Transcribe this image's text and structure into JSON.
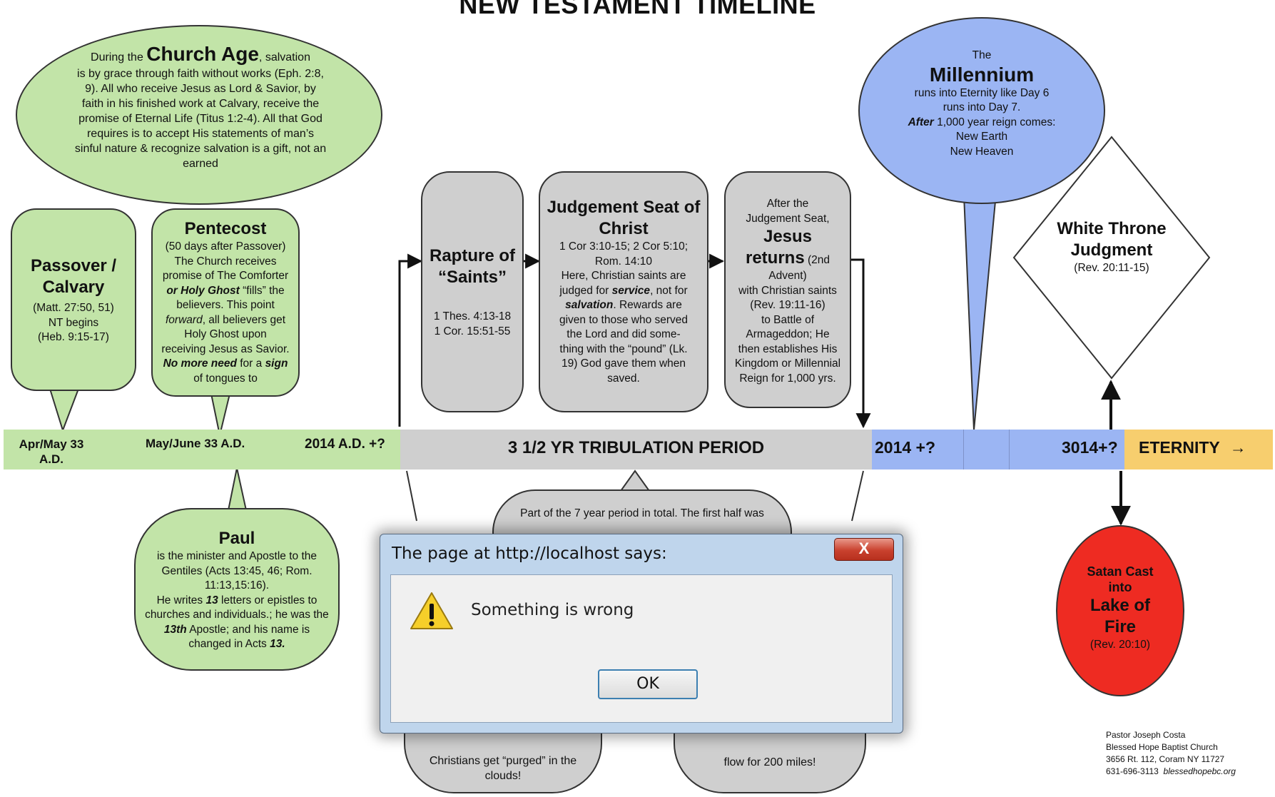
{
  "title": "NEW TESTAMENT TIMELINE",
  "church_age": {
    "pre": "During the ",
    "heading": "Church Age",
    "line1": ", salvation",
    "body": "is by grace through faith without works (Eph. 2:8, 9).  All who receive Jesus as Lord & Savior, by faith in his finished work at Calvary, receive the promise of Eternal Life (Titus 1:2-4).  All that God requires is to accept His statements of man’s sinful nature & recognize salvation is a gift, not an earned"
  },
  "passover": {
    "heading": "Passover / Calvary",
    "body1": "(Matt. 27:50, 51)",
    "body2": "NT begins",
    "body3": "(Heb. 9:15-17)"
  },
  "pentecost": {
    "heading": "Pentecost",
    "l1": "(50 days after Passover)",
    "l2": "The Church receives",
    "l3": "promise of The Comforter",
    "l4a": "or Holy Ghost",
    "l4b": " “fills” the",
    "l5": "believers.  This point",
    "l6a": "forward",
    "l6b": ", all believers get",
    "l7": "Holy Ghost upon",
    "l8": "receiving Jesus as Savior.",
    "l9a": "No more need",
    "l9b": " for a ",
    "l9c": "sign",
    "l10": "of tongues to"
  },
  "rapture": {
    "heading": "Rapture of “Saints”",
    "ref1": "1 Thes. 4:13-18",
    "ref2": "1 Cor. 15:51-55"
  },
  "judgement_seat": {
    "heading": "Judgement Seat of Christ",
    "l1": "1 Cor 3:10-15; 2 Cor 5:10;",
    "l2": "Rom. 14:10",
    "l3": "Here, Christian saints are",
    "l4a": "judged for ",
    "l4b": "service",
    "l4c": ", not for",
    "l5": "salvation",
    "l5b": ". Rewards are",
    "l6": "given to those who served",
    "l7": "the Lord and did some-",
    "l8": "thing with the “pound” (Lk.",
    "l9": "19) God gave them when",
    "l10": "saved."
  },
  "jesus_returns": {
    "l1": "After the",
    "l2": "Judgement Seat,",
    "heading1": "Jesus",
    "heading2": "returns",
    "small": " (2nd",
    "l3": "Advent)",
    "l4": "with Christian saints",
    "l5": "(Rev. 19:11-16)",
    "l6": "to Battle of",
    "l7": "Armageddon; He",
    "l8": "then establishes His",
    "l9": "Kingdom or Millennial",
    "l10": "Reign for 1,000 yrs."
  },
  "millennium": {
    "pre": "The",
    "heading": "Millennium",
    "l1": "runs into Eternity like Day 6",
    "l2": "runs into Day 7.",
    "l3a": "After",
    "l3b": " 1,000 year reign comes:",
    "l4": "New Earth",
    "l5": "New Heaven"
  },
  "white_throne": {
    "heading": "White Throne Judgment",
    "ref": "(Rev. 20:11-15)"
  },
  "timeline": {
    "seg1": "Apr/May 33 A.D.",
    "seg2": "May/June 33 A.D.",
    "seg3": "2014  A.D. +?",
    "tribulation": "3 1/2 YR TRIBULATION PERIOD",
    "seg5": "2014 +?",
    "seg6": "3014+?",
    "eternity": "ETERNITY",
    "arrow": "→"
  },
  "paul": {
    "heading": "Paul",
    "l1": "is the minister and Apostle to the",
    "l2": "Gentiles (Acts 13:45, 46; Rom.",
    "l3": "11:13,15:16).",
    "l4a": "He writes ",
    "l4b": "13",
    "l4c": " letters or epistles to",
    "l5": "churches and individuals.; he was the",
    "l6a": "13th",
    "l6b": " Apostle; and  his name is",
    "l7a": "changed in Acts ",
    "l7b": "13."
  },
  "tribulation_note": "Part of the 7 year period in total.  The first half was",
  "bottom_left": {
    "l1": "Christians get “purged” in the",
    "l2": "clouds!"
  },
  "bottom_right": {
    "l1": "flow for 200 miles!"
  },
  "satan": {
    "l1": "Satan Cast",
    "l2": "into",
    "heading1": "Lake of",
    "heading2": "Fire",
    "ref": "(Rev. 20:10)"
  },
  "credits": {
    "l1": "Pastor Joseph Costa",
    "l2": "Blessed Hope Baptist Church",
    "l3": "3656 Rt. 112, Coram NY  11727",
    "l4a": "631-696-3113",
    "l4b": "blessedhopebc.org"
  },
  "dialog": {
    "title": "The page at http://localhost says:",
    "close": "X",
    "message": "Something is wrong",
    "ok": "OK"
  },
  "colors": {
    "green": "#c2e4a8",
    "grey": "#cfcfcf",
    "blue": "#9bb5f3",
    "orange": "#f7ce6e",
    "red": "#ee2b22"
  }
}
